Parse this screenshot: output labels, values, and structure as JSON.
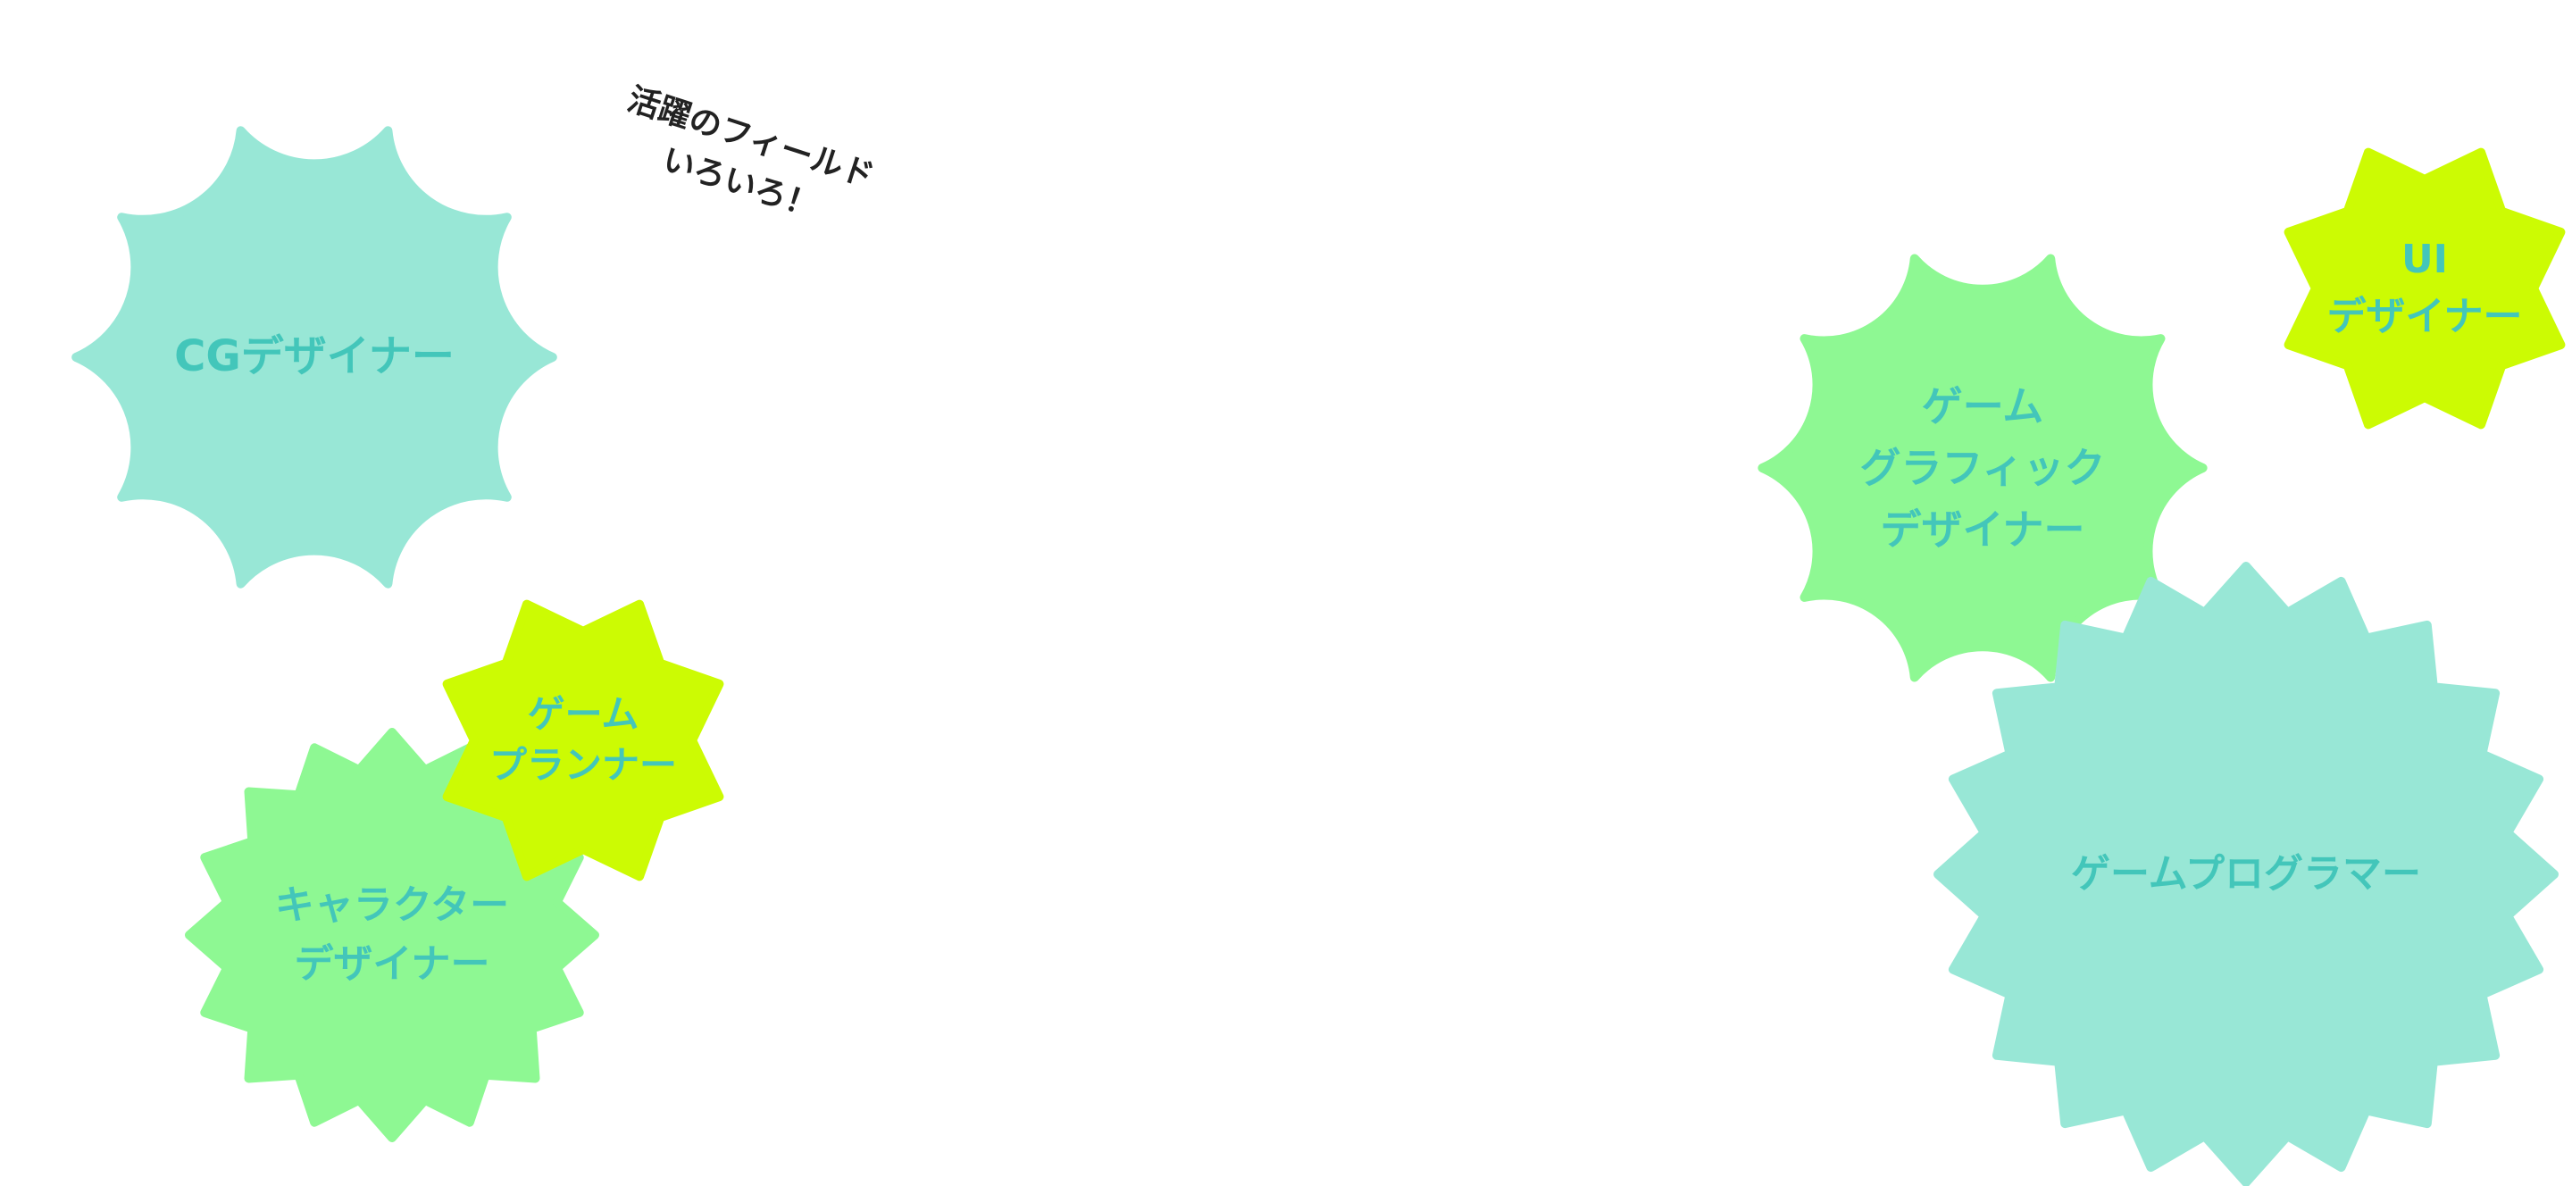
{
  "heading": {
    "line1": "活躍のフィールド",
    "line2": "いろいろ！"
  },
  "colors": {
    "teal": "#98e7d6",
    "green": "#8ef893",
    "lime": "#ccfb03",
    "label": "#43c6ba",
    "heading": "#222222"
  },
  "badges": [
    {
      "id": "cg-designer",
      "lines": [
        "CGデザイナー"
      ],
      "fill": "#98e7d6",
      "shape": "scallop"
    },
    {
      "id": "game-planner",
      "lines": [
        "ゲーム",
        "プランナー"
      ],
      "fill": "#ccfb03",
      "shape": "star"
    },
    {
      "id": "character-designer",
      "lines": [
        "キャラクター",
        "デザイナー"
      ],
      "fill": "#8ef893",
      "shape": "star"
    },
    {
      "id": "game-graphic-designer",
      "lines": [
        "ゲーム",
        "グラフィック",
        "デザイナー"
      ],
      "fill": "#8ef893",
      "shape": "scallop"
    },
    {
      "id": "ui-designer",
      "lines": [
        "UI",
        "デザイナー"
      ],
      "fill": "#ccfb03",
      "shape": "star"
    },
    {
      "id": "game-programmer",
      "lines": [
        "ゲームプログラマー"
      ],
      "fill": "#98e7d6",
      "shape": "star"
    }
  ]
}
